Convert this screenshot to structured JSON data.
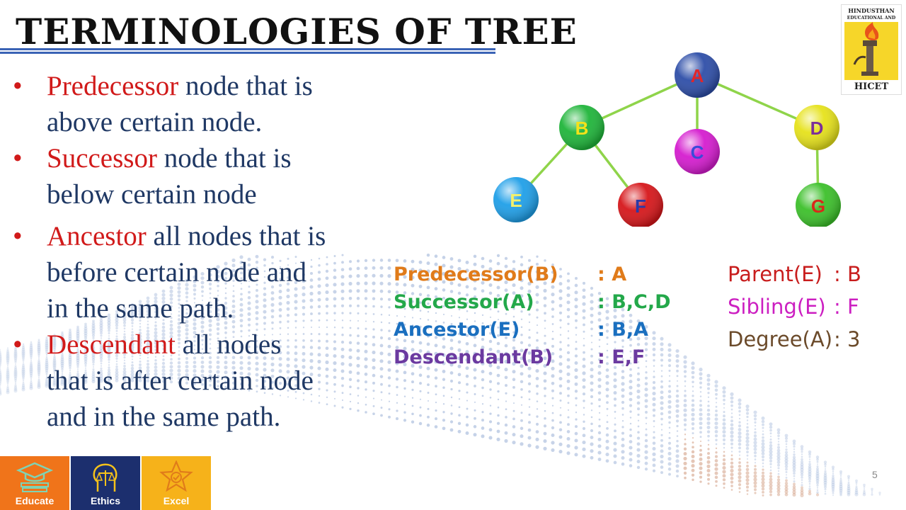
{
  "title": "TERMINOLOGIES OF TREE",
  "bullets": [
    {
      "term": "Predecessor",
      "rest_1": " node that is",
      "line_2": "above certain node."
    },
    {
      "term": "Successor",
      "rest_1": " node that is",
      "line_2": "below certain node"
    },
    {
      "term": "Ancestor",
      "rest_1": " all nodes that is",
      "line_2": "before certain node and",
      "line_3": "in the  same path."
    },
    {
      "term": "Descendant",
      "rest_1": " all nodes",
      "line_2": "that is after certain node",
      "line_3": "and in  the same path."
    }
  ],
  "bullet_symbol": "•",
  "tree": {
    "nodes": [
      {
        "id": "A",
        "label": "A",
        "fill": "#2e4ea8",
        "text": "#e0262a"
      },
      {
        "id": "B",
        "label": "B",
        "fill": "#1fb53a",
        "text": "#f3e21a"
      },
      {
        "id": "C",
        "label": "C",
        "fill": "#d51ccf",
        "text": "#3b4bd8"
      },
      {
        "id": "D",
        "label": "D",
        "fill": "#e6e21a",
        "text": "#7b2f9a"
      },
      {
        "id": "E",
        "label": "E",
        "fill": "#1f9fe8",
        "text": "#f3f06b"
      },
      {
        "id": "F",
        "label": "F",
        "fill": "#d6161a",
        "text": "#2a3aa8"
      },
      {
        "id": "G",
        "label": "G",
        "fill": "#3cc02a",
        "text": "#d82a1a"
      }
    ],
    "edge_color": "#8fd44a"
  },
  "definitions": [
    {
      "term": "Predecessor(B)",
      "value": ": A",
      "color": "#e07b1a"
    },
    {
      "term": "Successor(A)",
      "value": ": B,C,D",
      "color": "#23a84a"
    },
    {
      "term": "Ancestor(E)",
      "value": ": B,A",
      "color": "#1a6fbf"
    },
    {
      "term": "Descendant(B)",
      "value": ": E,F",
      "color": "#6b3aa0"
    }
  ],
  "properties": [
    {
      "term": "Parent(E)",
      "value": ":  B",
      "color": "#c81d1d"
    },
    {
      "term": "Sibling(E)",
      "value": ":  F",
      "color": "#cc1fc1"
    },
    {
      "term": "Degree(A)",
      "value": ": 3",
      "color": "#6b4a2a"
    }
  ],
  "logo": {
    "top_text_1": "HINDUSTHAN",
    "top_text_2": "EDUCATIONAL AND",
    "bottom_text": "HICET"
  },
  "footer": [
    {
      "label": "Educate",
      "color": "#f0741a",
      "icon": "graduation-books-icon"
    },
    {
      "label": "Ethics",
      "color": "#1c2f6e",
      "icon": "scales-head-icon"
    },
    {
      "label": "Excel",
      "color": "#f6b21a",
      "icon": "star-medal-icon"
    }
  ],
  "page_number": "5"
}
